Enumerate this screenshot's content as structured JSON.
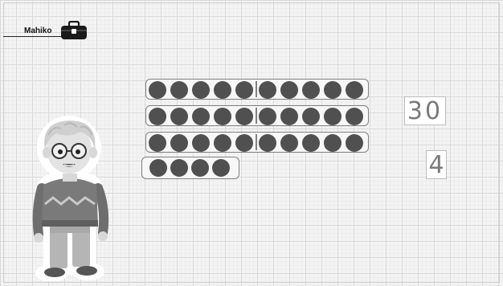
{
  "header": {
    "name": "Mahiko",
    "bag_icon": "toolbox-icon"
  },
  "counters": {
    "dots_per_full_row": 10,
    "full_rows": 3,
    "partial_row_dots": 4,
    "dot_color": "#505050"
  },
  "numbers": {
    "tens": "30",
    "ones": "4"
  },
  "character": {
    "icon": "boy-with-glasses-illustration"
  }
}
